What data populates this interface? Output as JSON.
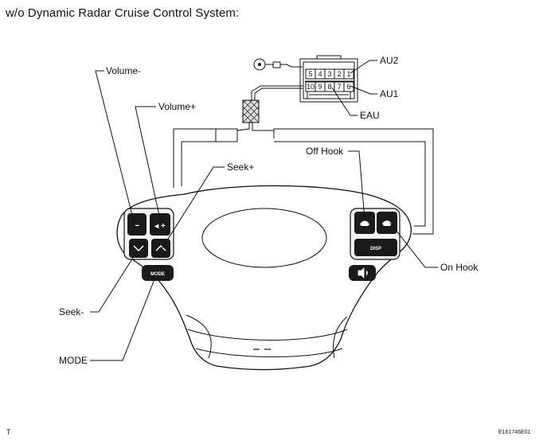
{
  "title": "w/o Dynamic Radar Cruise Control System:",
  "footer": {
    "left": "T",
    "right": "E161746E01"
  },
  "connector": {
    "pins_top": [
      "5",
      "4",
      "3",
      "2",
      "1"
    ],
    "pins_bottom": [
      "10",
      "9",
      "8",
      "7",
      "6"
    ]
  },
  "labels": {
    "volume_minus": "Volume-",
    "volume_plus": "Volume+",
    "seek_plus": "Seek+",
    "seek_minus": "Seek-",
    "mode": "MODE",
    "off_hook": "Off Hook",
    "on_hook": "On Hook",
    "au2": "AU2",
    "au1": "AU1",
    "eau": "EAU"
  },
  "buttons": {
    "minus_glyph": "−",
    "plus_glyph": "◂ +",
    "mode_text": "MODE",
    "disp_text": "DISP"
  },
  "icons": {
    "seek_down": "chevron-down-icon",
    "seek_up": "chevron-up-icon",
    "off_hook": "phone-off-hook-icon",
    "on_hook": "phone-on-hook-icon",
    "voice": "voice-command-icon"
  }
}
